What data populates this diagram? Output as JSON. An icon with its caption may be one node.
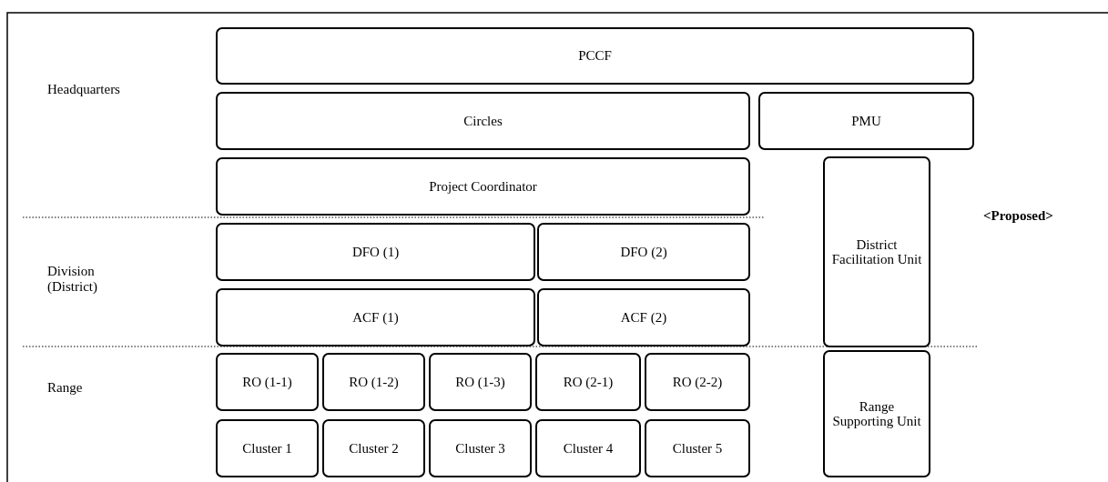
{
  "diagram": {
    "nodes": [
      {
        "text": [
          "PCCF"
        ]
      },
      {
        "text": [
          "Circles"
        ]
      },
      {
        "text": [
          "PMU"
        ]
      },
      {
        "text": [
          "Project Coordinator"
        ]
      },
      {
        "text": [
          "District Facilitation Unit"
        ]
      },
      {
        "text": [
          "DFO (1)"
        ]
      },
      {
        "text": [
          "DFO (2)"
        ]
      },
      {
        "text": [
          "ACF (1)"
        ]
      },
      {
        "text": [
          "ACF (2)"
        ]
      },
      {
        "text": [
          "RO (1-1)"
        ]
      },
      {
        "text": [
          "RO (1-2)"
        ]
      },
      {
        "text": [
          "RO (1-3)"
        ]
      },
      {
        "text": [
          "RO (2-1)"
        ]
      },
      {
        "text": [
          "RO (2-2)"
        ]
      },
      {
        "text": [
          "Range Supporting Unit"
        ]
      },
      {
        "text": [
          "Cluster 1"
        ]
      },
      {
        "text": [
          "Cluster 2"
        ]
      },
      {
        "text": [
          "Cluster 3"
        ]
      },
      {
        "text": [
          "Cluster 4"
        ]
      },
      {
        "text": [
          "Cluster 5"
        ]
      }
    ],
    "edges": [],
    "labels": [
      "Headquarters",
      "<Proposed>",
      "Division (District)",
      "Range"
    ]
  }
}
